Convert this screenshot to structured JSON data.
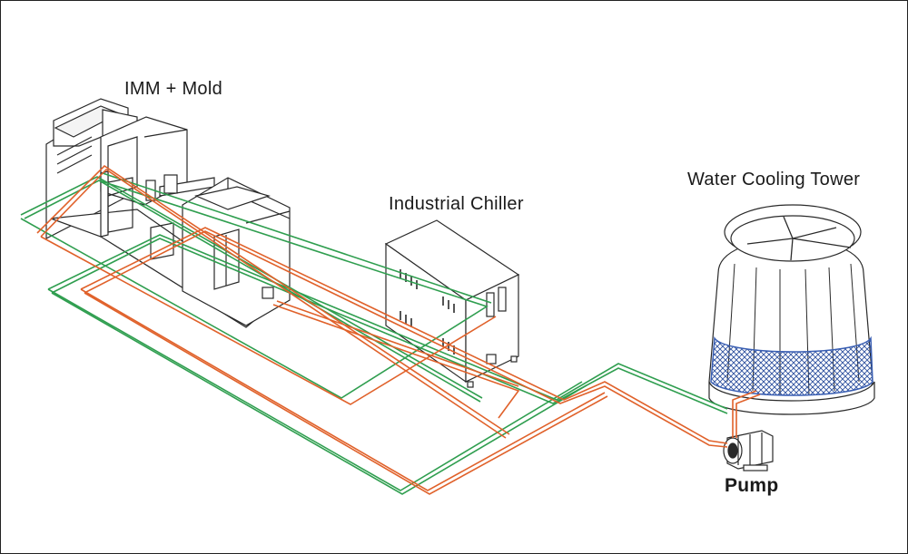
{
  "labels": {
    "imm_mold": "IMM + Mold",
    "industrial_chiller": "Industrial Chiller",
    "water_cooling_tower": "Water Cooling Tower",
    "pump": "Pump"
  },
  "colors": {
    "outline": "#2a2a2a",
    "supply_pipe": "#2f9e4f",
    "return_pipe": "#e0612a",
    "tower_fill": "#3a5fb3",
    "background": "#ffffff"
  }
}
